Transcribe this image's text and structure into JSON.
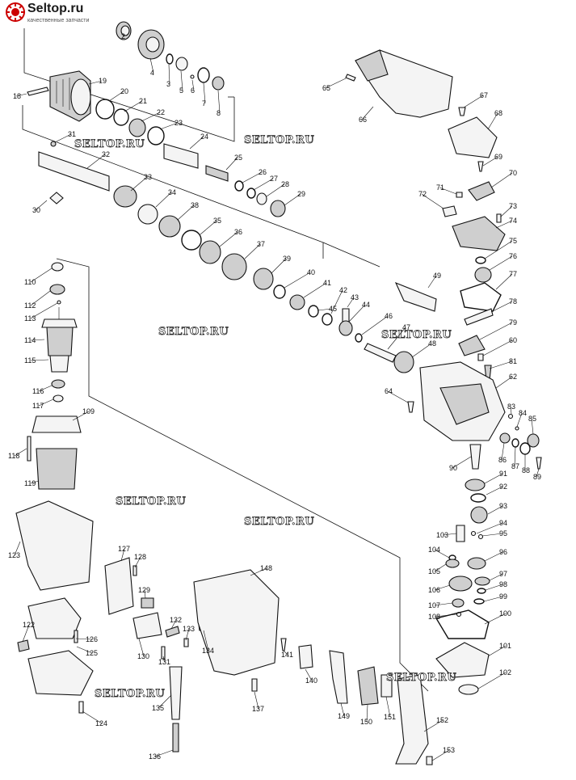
{
  "logo": {
    "site": "Seltop.ru",
    "tagline": "качественные запчасти"
  },
  "watermarks": [
    "SELTOP.RU",
    "SELTOP.RU",
    "SELTOP.RU",
    "SELTOP.RU",
    "SELTOP.RU",
    "SELTOP.RU",
    "SELTOP.RU",
    "SELTOP.RU"
  ],
  "part_labels": [
    "2",
    "4",
    "3",
    "5",
    "6",
    "7",
    "8",
    "18",
    "19",
    "20",
    "21",
    "22",
    "23",
    "24",
    "25",
    "26",
    "27",
    "28",
    "29",
    "30",
    "31",
    "32",
    "33",
    "34",
    "35",
    "36",
    "37",
    "38",
    "39",
    "40",
    "41",
    "42",
    "43",
    "44",
    "45",
    "46",
    "47",
    "48",
    "49",
    "60",
    "62",
    "64",
    "65",
    "66",
    "67",
    "68",
    "69",
    "70",
    "71",
    "72",
    "73",
    "74",
    "75",
    "76",
    "77",
    "78",
    "79",
    "81",
    "83",
    "84",
    "85",
    "86",
    "87",
    "88",
    "89",
    "90",
    "91",
    "92",
    "93",
    "94",
    "95",
    "96",
    "97",
    "98",
    "99",
    "100",
    "101",
    "102",
    "103",
    "104",
    "105",
    "106",
    "107",
    "108",
    "109",
    "110",
    "112",
    "113",
    "114",
    "115",
    "116",
    "117",
    "118",
    "119",
    "122",
    "123",
    "124",
    "125",
    "126",
    "127",
    "128",
    "129",
    "130",
    "131",
    "132",
    "133",
    "134",
    "135",
    "136",
    "137",
    "140",
    "141",
    "148",
    "149",
    "150",
    "151",
    "152",
    "153"
  ]
}
